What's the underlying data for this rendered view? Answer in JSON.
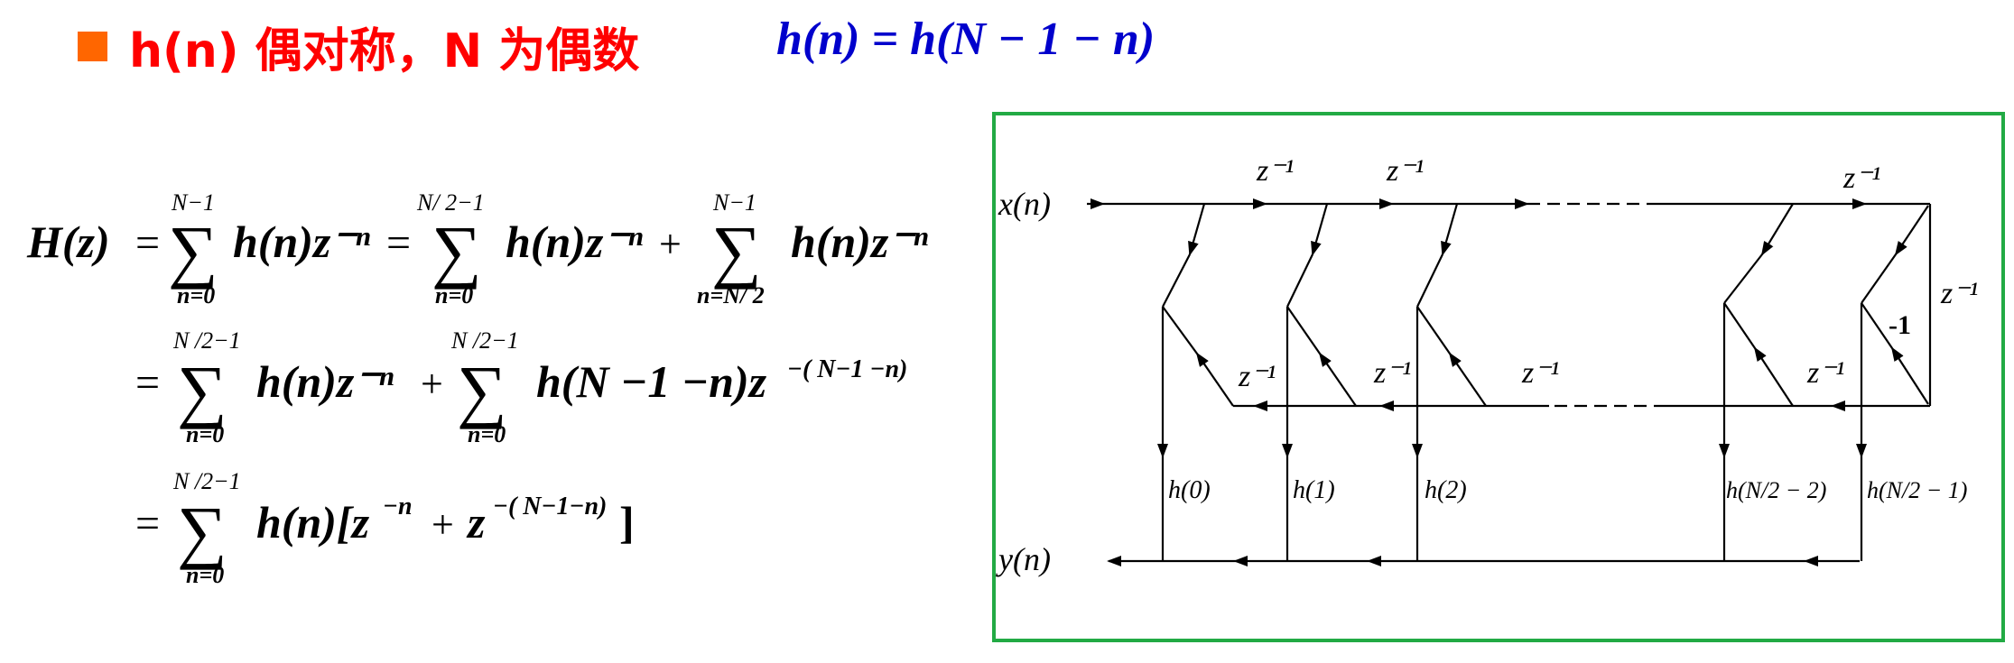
{
  "title": {
    "bullet_color": "#ff6600",
    "text": "h(n) 偶对称，N 为偶数",
    "symmetry": "h(n) = h(N − 1 − n)"
  },
  "equations": {
    "lhs": "H(z)",
    "eq": "=",
    "sigma": "∑",
    "line1": {
      "sum1_upper": "N−1",
      "sum1_lower": "n=0",
      "term1": "h(n)z⁻ⁿ",
      "sum2_upper": "N/ 2−1",
      "sum2_lower": "n=0",
      "term2": "h(n)z⁻ⁿ",
      "plus": "+",
      "sum3_upper": "N−1",
      "sum3_lower": "n=N/ 2",
      "term3": "h(n)z⁻ⁿ"
    },
    "line2": {
      "sum1_upper": "N /2−1",
      "sum1_lower": "n=0",
      "term1": "h(n)z⁻ⁿ",
      "plus": "+",
      "sum2_upper": "N /2−1",
      "sum2_lower": "n=0",
      "term2": "h(N −1 −n)z",
      "exp2": "−( N−1 −n)"
    },
    "line3": {
      "sum_upper": "N /2−1",
      "sum_lower": "n=0",
      "term_a": "h(n)[z",
      "exp_a": "−n",
      "plus": "+",
      "term_b": "z",
      "exp_b": "−( N−1−n)",
      "close": "]"
    }
  },
  "diagram": {
    "border_color": "#22aa44",
    "input": "x(n)",
    "output": "y(n)",
    "delay": "z⁻¹",
    "minus_one": "-1",
    "coefficients": [
      "h(0)",
      "h(1)",
      "h(2)",
      "h(N/2 − 2)",
      "h(N/2 − 1)"
    ]
  }
}
